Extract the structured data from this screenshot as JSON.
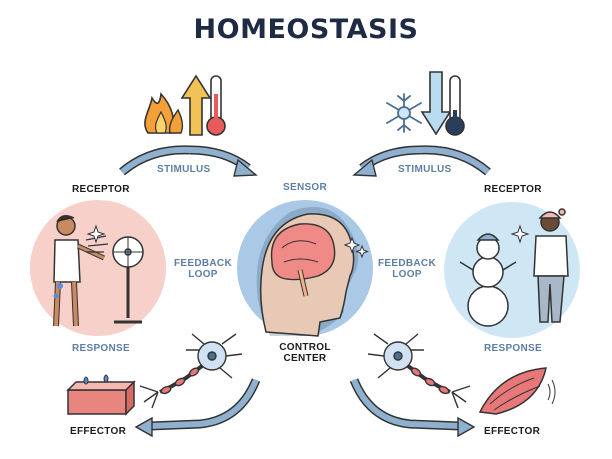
{
  "title": "HOMEOSTASIS",
  "left": {
    "stimulus": "STIMULUS",
    "receptor": "RECEPTOR",
    "response": "RESPONSE",
    "effector": "EFFECTOR",
    "feedback_loop": [
      "FEEDBACK",
      "LOOP"
    ]
  },
  "right": {
    "stimulus": "STIMULUS",
    "receptor": "RECEPTOR",
    "response": "RESPONSE",
    "effector": "EFFECTOR",
    "feedback_loop": [
      "FEEDBACK",
      "LOOP"
    ]
  },
  "center": {
    "sensor": "SENSOR",
    "control_center": [
      "CONTROL",
      "CENTER"
    ]
  },
  "colors": {
    "title": "#1f2a44",
    "label_dark": "#1c1c1c",
    "label_blue": "#5d7fa3",
    "arrow_fill": "#8fb0cf",
    "warm_circle": "#f6d0c9",
    "cold_circle": "#cfe7f5",
    "brain_circle": "#a9c9e6",
    "fire": "#f4a03a",
    "up_arrow": "#f3c257",
    "down_arrow": "#b9dcf1",
    "muscle": "#e8777a",
    "skin": "#e9857f"
  }
}
